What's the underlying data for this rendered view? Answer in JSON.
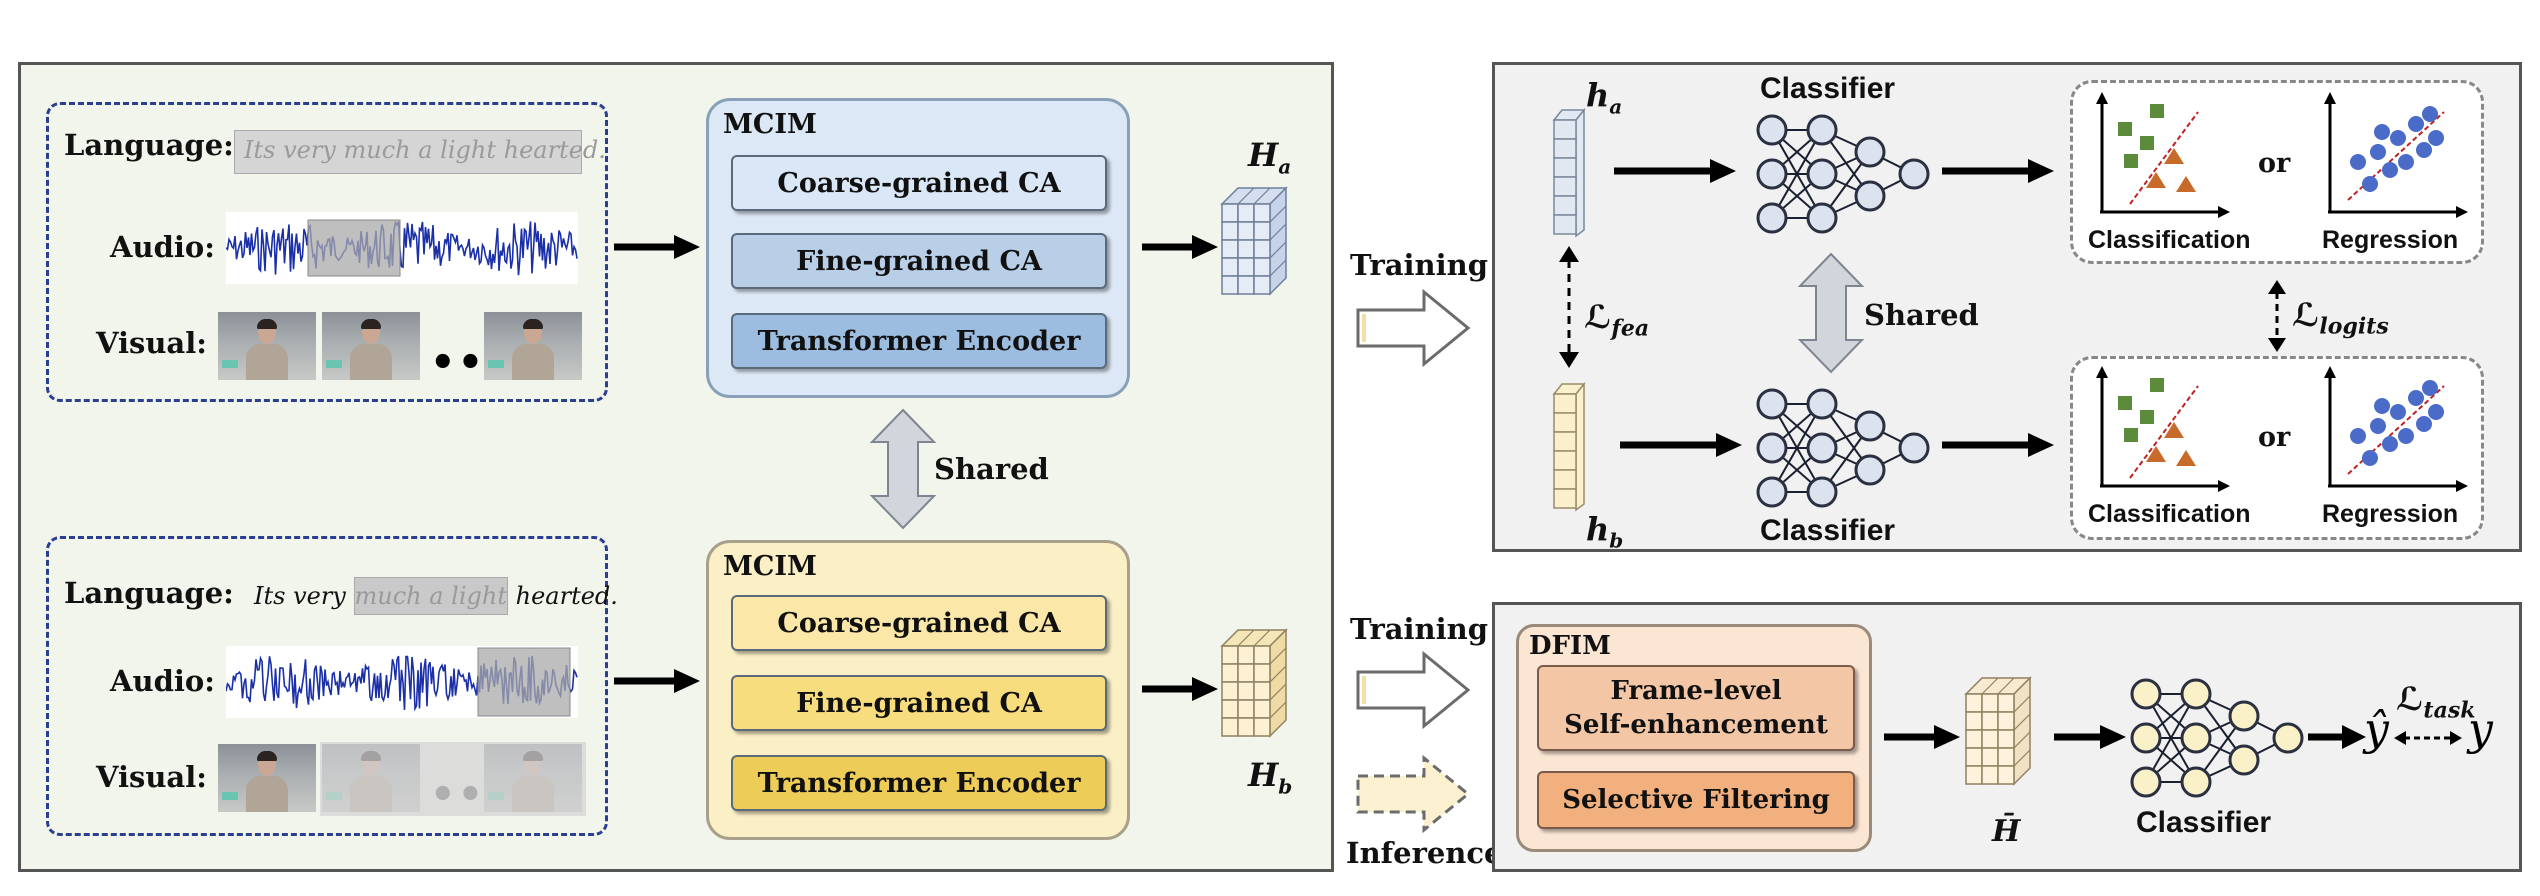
{
  "left_panel": {
    "top_input": {
      "language_label": "Language:",
      "language_text": "Its very much a light hearted.",
      "audio_label": "Audio:",
      "visual_label": "Visual:"
    },
    "bottom_input": {
      "language_label": "Language:",
      "language_text_a": "Its very ",
      "language_text_masked": "much a light",
      "language_text_b": " hearted.",
      "audio_label": "Audio:",
      "visual_label": "Visual:"
    },
    "mcim_top": {
      "title": "MCIM",
      "coarse": "Coarse-grained  CA",
      "fine": "Fine-grained  CA",
      "encoder": "Transformer Encoder",
      "colors": {
        "coarse": "#d9e7f6",
        "fine": "#b9cfe8",
        "encoder": "#9dbde0"
      }
    },
    "mcim_bottom": {
      "title": "MCIM",
      "coarse": "Coarse-grained  CA",
      "fine": "Fine-grained  CA",
      "encoder": "Transformer Encoder",
      "colors": {
        "coarse": "#fbe7a8",
        "fine": "#f8dd7e",
        "encoder": "#edcc58"
      }
    },
    "shared_label": "Shared",
    "H_a": {
      "letter": "H",
      "sub": "a"
    },
    "H_b": {
      "letter": "H",
      "sub": "b"
    }
  },
  "middle": {
    "training_top": "Training",
    "training_bottom": "Training",
    "inference": "Inference"
  },
  "top_right": {
    "h_a": {
      "letter": "h",
      "sub": "a"
    },
    "h_b": {
      "letter": "h",
      "sub": "b"
    },
    "classifier_top": "Classifier",
    "classifier_bottom": "Classifier",
    "shared_label": "Shared",
    "loss_fea": {
      "letter": "ℒ",
      "sub": "fea"
    },
    "loss_logits": {
      "letter": "ℒ",
      "sub": "logits"
    },
    "result_top": {
      "classification": "Classification",
      "or": "or",
      "regression": "Regression"
    },
    "result_bottom": {
      "classification": "Classification",
      "or": "or",
      "regression": "Regression"
    }
  },
  "bottom_right": {
    "dfim": {
      "title": "DFIM",
      "frame_line1": "Frame-level",
      "frame_line2": "Self-enhancement",
      "selective": "Selective Filtering"
    },
    "H_bar": "H̄",
    "classifier": "Classifier",
    "y_hat": "ŷ",
    "y": "y",
    "loss_task": {
      "letter": "ℒ",
      "sub": "task"
    }
  }
}
